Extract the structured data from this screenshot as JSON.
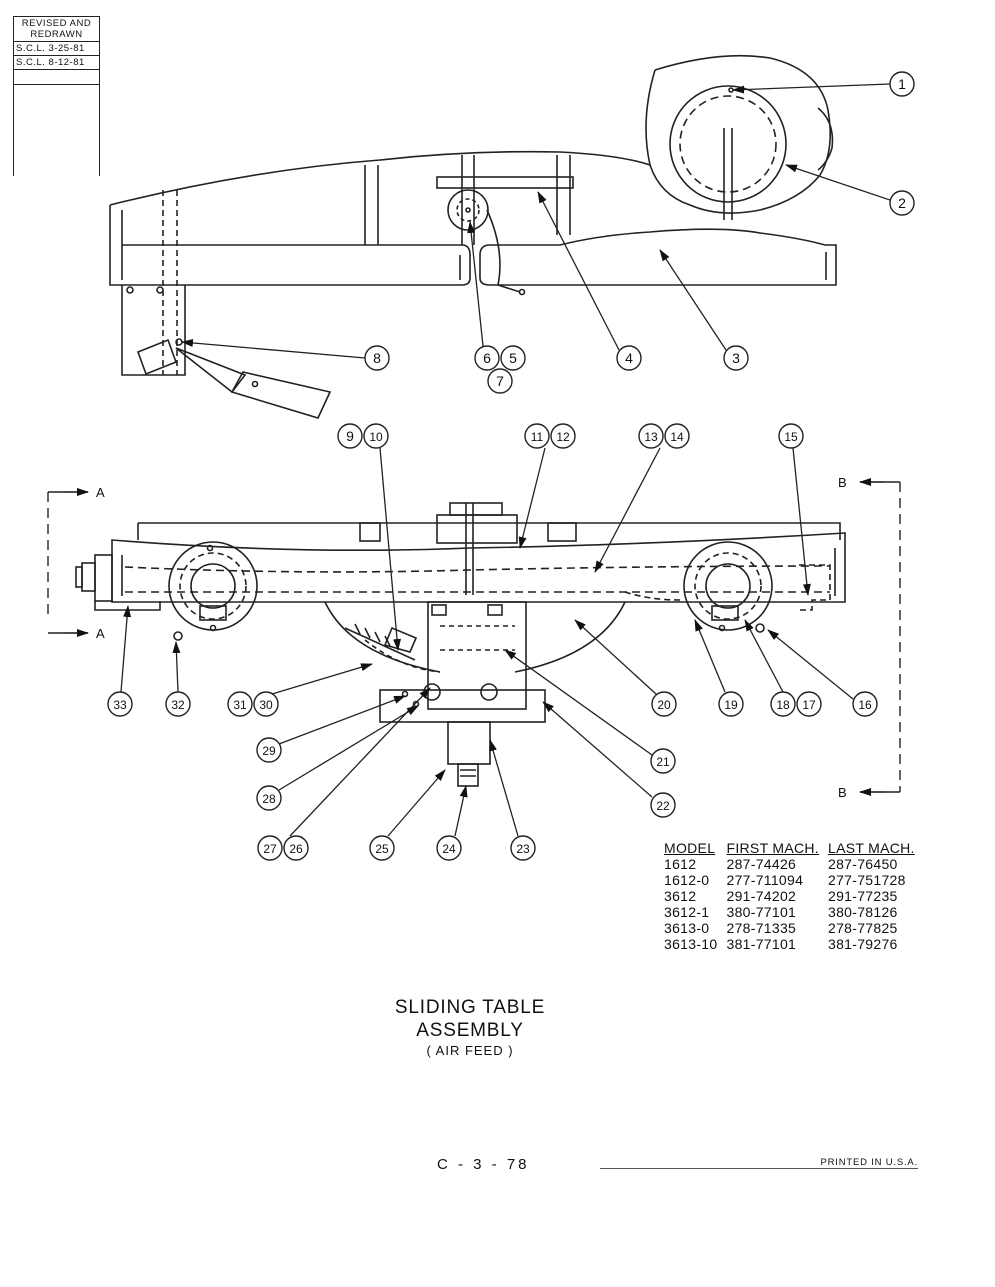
{
  "revision_block": {
    "header": "REVISED AND REDRAWN",
    "entries": [
      "S.C.L. 3-25-81",
      "S.C.L. 8-12-81"
    ]
  },
  "callouts": {
    "c1": "1",
    "c2": "2",
    "c3": "3",
    "c4": "4",
    "c5": "5",
    "c6": "6",
    "c7": "7",
    "c8": "8",
    "c9": "9",
    "c10": "10",
    "c11": "11",
    "c12": "12",
    "c13": "13",
    "c14": "14",
    "c15": "15",
    "c16": "16",
    "c17": "17",
    "c18": "18",
    "c19": "19",
    "c20": "20",
    "c21": "21",
    "c22": "22",
    "c23": "23",
    "c24": "24",
    "c25": "25",
    "c26": "26",
    "c27": "27",
    "c28": "28",
    "c29": "29",
    "c30": "30",
    "c31": "31",
    "c32": "32",
    "c33": "33"
  },
  "section_marks": {
    "a_top": "A",
    "a_bottom": "A",
    "b_top": "B",
    "b_bottom": "B"
  },
  "model_table": {
    "headers": [
      "MODEL",
      "FIRST MACH.",
      "LAST MACH."
    ],
    "rows": [
      [
        "1612",
        "287-74426",
        "287-76450"
      ],
      [
        "1612-0",
        "277-711094",
        "277-751728"
      ],
      [
        "3612",
        "291-74202",
        "291-77235"
      ],
      [
        "3612-1",
        "380-77101",
        "380-78126"
      ],
      [
        "3613-0",
        "278-71335",
        "278-77825"
      ],
      [
        "3613-10",
        "381-77101",
        "381-79276"
      ]
    ]
  },
  "title": {
    "line1": "SLIDING TABLE",
    "line2": "ASSEMBLY",
    "line3": "( AIR FEED )"
  },
  "page_code": "C - 3 - 78",
  "printed": "PRINTED IN U.S.A."
}
